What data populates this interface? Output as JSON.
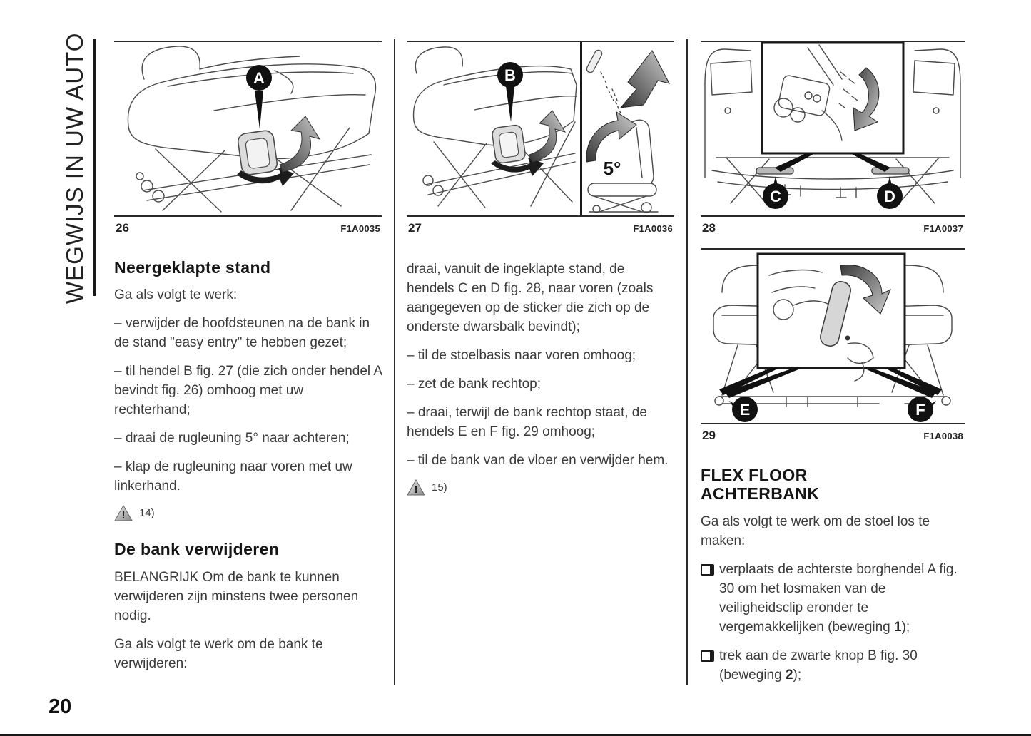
{
  "page": {
    "sidebar_title": "WEGWIJS IN UW AUTO",
    "number": "20"
  },
  "figures": {
    "fig26": {
      "number": "26",
      "code": "F1A0035",
      "label_a": "A"
    },
    "fig27": {
      "number": "27",
      "code": "F1A0036",
      "label_b": "B",
      "angle": "5°"
    },
    "fig28": {
      "number": "28",
      "code": "F1A0037",
      "label_c": "C",
      "label_d": "D"
    },
    "fig29": {
      "number": "29",
      "code": "F1A0038",
      "label_e": "E",
      "label_f": "F"
    }
  },
  "col1": {
    "heading1": "Neergeklapte stand",
    "p1": "Ga als volgt te werk:",
    "item1": "– verwijder de hoofdsteunen na de bank in de stand \"easy entry\" te hebben gezet;",
    "item2": "– til hendel B fig. 27 (die zich onder hendel A bevindt fig. 26) omhoog met uw rechterhand;",
    "item3": "– draai de rugleuning 5° naar achteren;",
    "item4": "– klap de rugleuning naar voren met uw linkerhand.",
    "warning_ref": "14)",
    "heading2": "De bank verwijderen",
    "p2": "BELANGRIJK Om de bank te kunnen verwijderen zijn minstens twee personen nodig.",
    "p3": "Ga als volgt te werk om de bank te verwijderen:"
  },
  "col2": {
    "p1": "draai, vanuit de ingeklapte stand, de hendels C en D fig. 28, naar voren (zoals aangegeven op de sticker die zich op de onderste dwarsbalk bevindt);",
    "item1": "– til de stoelbasis naar voren omhoog;",
    "item2": "– zet de bank rechtop;",
    "item3": "– draai, terwijl de bank rechtop staat, de hendels E en F fig. 29 omhoog;",
    "item4": "– til de bank van de vloer en verwijder hem.",
    "warning_ref": "15)"
  },
  "col3": {
    "heading": "FLEX FLOOR ACHTERBANK",
    "p1": "Ga als volgt te werk om de stoel los te maken:",
    "item1_pre": "verplaats de achterste borghendel A fig. 30 om het losmaken van de veiligheidsclip eronder te vergemakkelijken (beweging ",
    "item1_bold": "1",
    "item1_post": ");",
    "item2_pre": "trek aan de zwarte knop B fig. 30 (beweging ",
    "item2_bold": "2",
    "item2_post": ");"
  }
}
